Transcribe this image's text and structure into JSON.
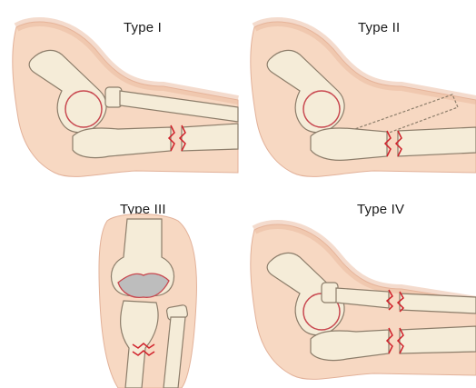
{
  "panels": [
    {
      "label": "Type I"
    },
    {
      "label": "Type II"
    },
    {
      "label": "Type III"
    },
    {
      "label": "Type IV"
    }
  ],
  "colors": {
    "skin": "#f7d8c2",
    "skin_shadow": "#e9b79c",
    "skin_outline": "#d89d82",
    "bone": "#f5ecd8",
    "bone_outline": "#8c7d6a",
    "fracture": "#d0202a",
    "cartilage": "#bdbdbd",
    "cartilage_ring": "#c8474f"
  }
}
